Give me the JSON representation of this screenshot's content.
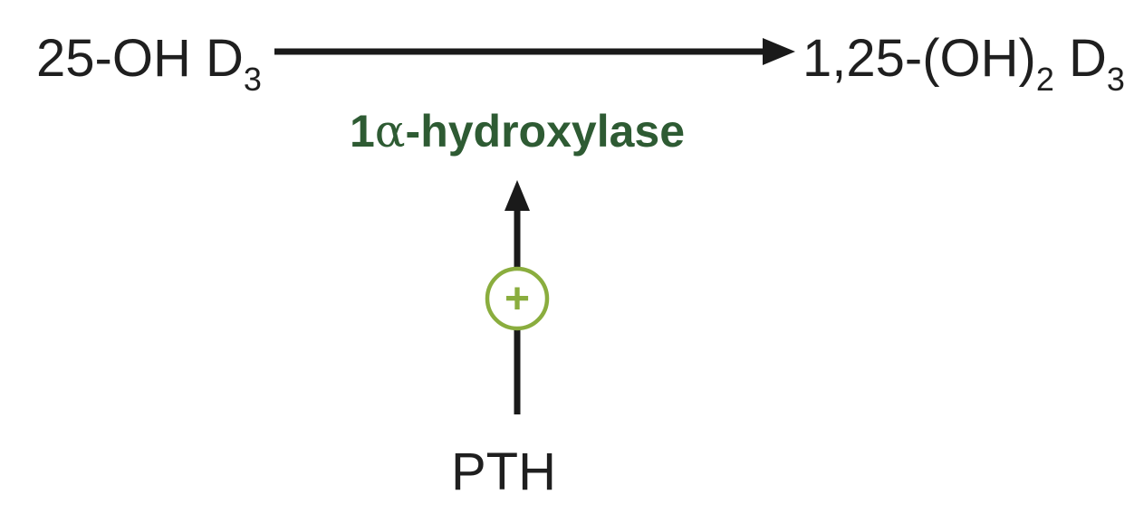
{
  "substrate": {
    "main": "25-OH D",
    "subscript": "3"
  },
  "product": {
    "prefix": "1,25-(OH)",
    "subscript_1": "2",
    "middle": " D",
    "subscript_2": "3"
  },
  "enzyme": {
    "number": "1",
    "greek": "α",
    "rest": "-hydroxylase"
  },
  "regulator": {
    "label": "PTH",
    "effect_symbol": "+"
  },
  "colors": {
    "text": "#1f1f1f",
    "arrow": "#1a1a1a",
    "enzyme": "#2e5b33",
    "stimulation": "#8aad3e"
  }
}
